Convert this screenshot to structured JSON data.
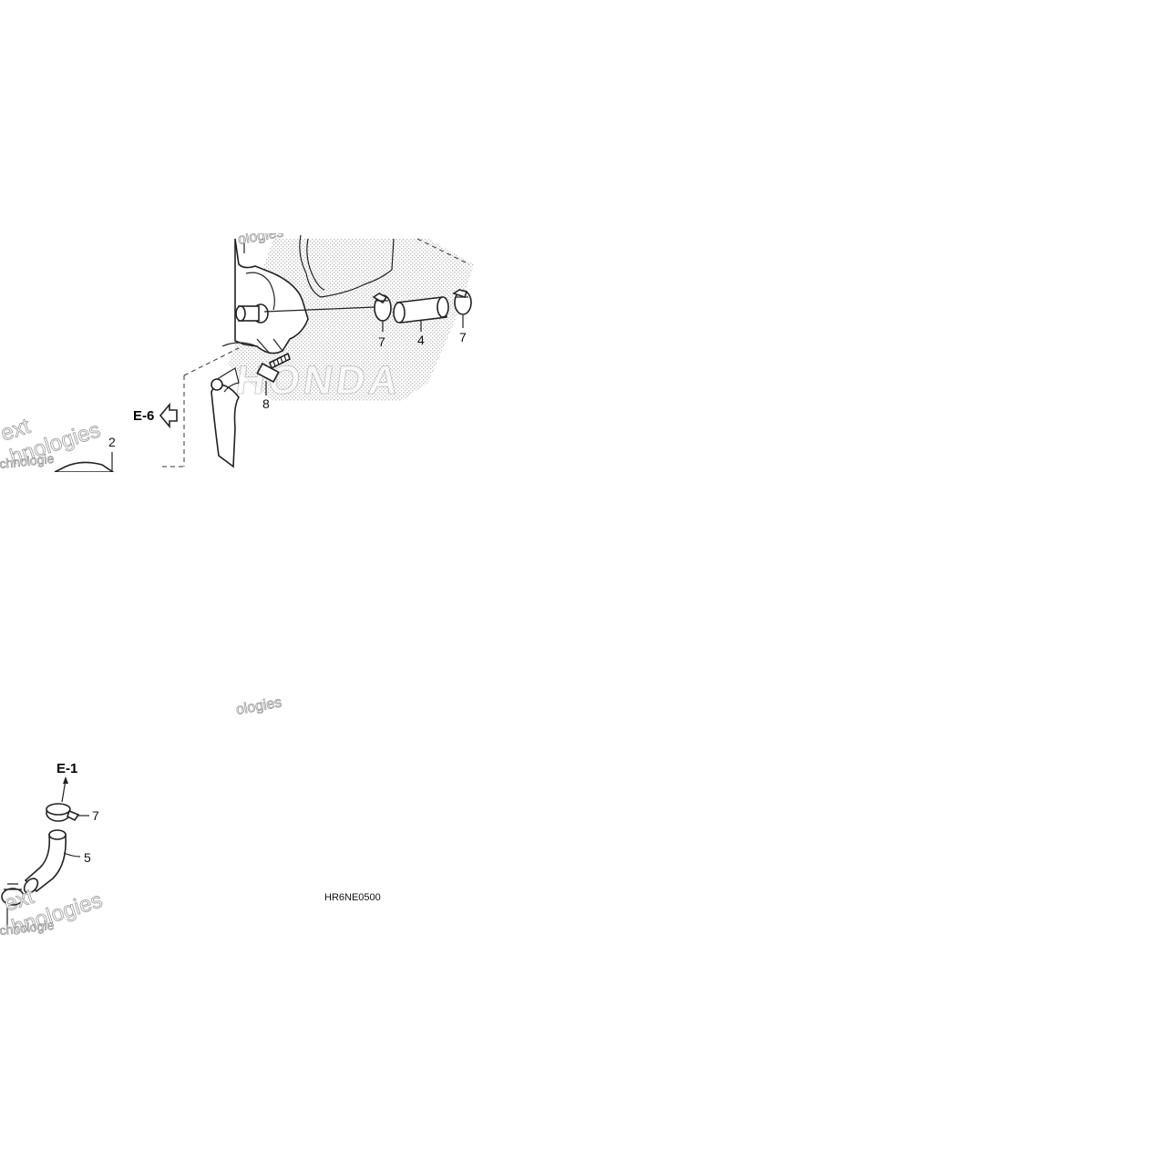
{
  "diagram": {
    "callouts": {
      "c7a": "7",
      "c4": "4",
      "c7b": "7",
      "c8": "8",
      "c2": "2",
      "c7c": "7",
      "c5": "5"
    },
    "refs": {
      "e6": "E-6",
      "e1": "E-1"
    },
    "drawing_code": "HR6NE0500",
    "watermarks": {
      "w1": "ologies",
      "w2": "ext",
      "w3": "hnologies",
      "w4": "chnologie",
      "w5": "ologies",
      "w6": "ext",
      "w7": "hnologies",
      "w8": "chnologie"
    },
    "logo_text": "HONDA",
    "colors": {
      "line": "#222222",
      "stipple": "#b5b5b5",
      "watermark": "#9a9a9a"
    }
  }
}
